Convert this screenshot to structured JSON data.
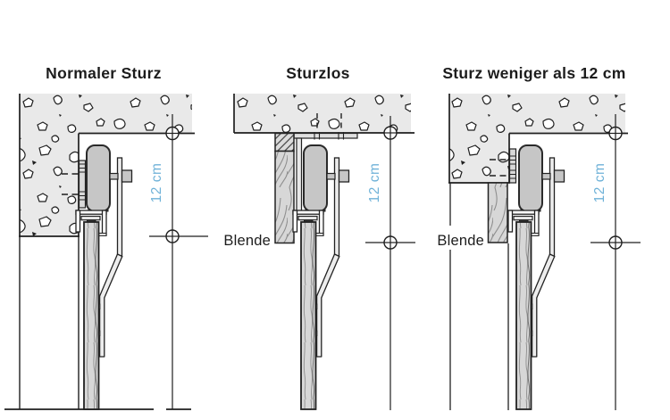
{
  "figure": {
    "description_labels": {
      "diagram_count": 3
    }
  },
  "diagrams": [
    {
      "title": "Normaler Sturz",
      "dimension_label": "12 cm"
    },
    {
      "title": "Sturzlos",
      "dimension_label": "12 cm",
      "blende_label": "Blende"
    },
    {
      "title": "Sturz weniger als 12 cm",
      "dimension_label": "12 cm",
      "blende_label": "Blende"
    }
  ],
  "colors": {
    "accent_blue": "#6fb2d8",
    "line_dark": "#1f1f1f",
    "concrete": "#e9e9e9",
    "metal": "#c6c6c6",
    "wood": "#d7d7d7",
    "background": "#ffffff"
  }
}
